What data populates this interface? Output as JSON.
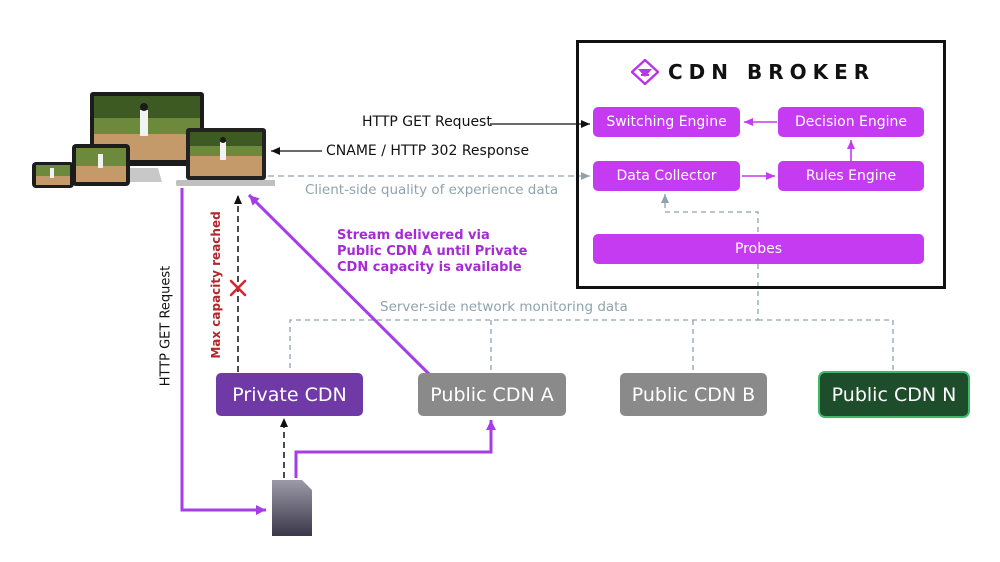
{
  "colors": {
    "purple": "#a63de8",
    "engine": "#c43bf2",
    "private_cdn": "#6f3aa6",
    "public_cdn": "#8a8a8a",
    "public_cdn_n": "#1d4d2b",
    "dashed_gray": "#8fa3ad",
    "red_label": "#b3262c",
    "purple_label": "#a52bd4"
  },
  "broker": {
    "title": "CDN BROKER",
    "logo_icon": "cdn-broker-logo-icon",
    "switching_engine": "Switching Engine",
    "decision_engine": "Decision Engine",
    "data_collector": "Data Collector",
    "rules_engine": "Rules Engine",
    "probes": "Probes"
  },
  "labels": {
    "http_get_request": "HTTP GET Request",
    "cname_response": "CNAME / HTTP 302 Response",
    "client_side_qoe": "Client-side quality of experience data",
    "server_side_monitoring": "Server-side network monitoring data",
    "stream_delivered": [
      "Stream delivered via",
      "Public CDN A until Private",
      "CDN capacity is available"
    ],
    "max_capacity": "Max capacity reached",
    "http_get_request_vertical": "HTTP GET Request"
  },
  "cdns": {
    "private": "Private CDN",
    "public_a": "Public CDN A",
    "public_b": "Public CDN B",
    "public_n": "Public CDN N"
  },
  "icons": {
    "devices": "multi-device-screens-icon",
    "origin": "origin-server-icon",
    "blocked": "red-x-icon"
  }
}
